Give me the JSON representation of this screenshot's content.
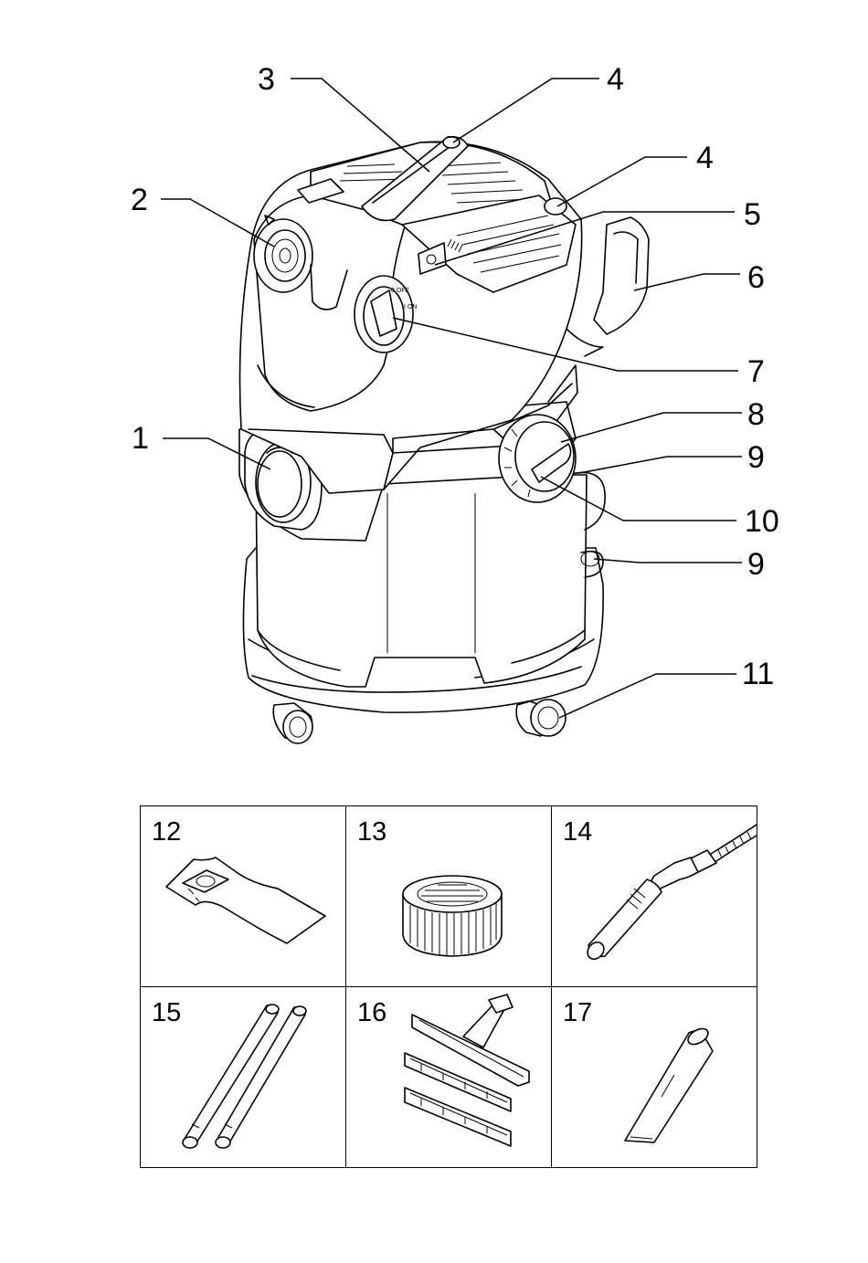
{
  "callouts": [
    {
      "id": "c3",
      "label": "3"
    },
    {
      "id": "c4a",
      "label": "4"
    },
    {
      "id": "c4b",
      "label": "4"
    },
    {
      "id": "c2",
      "label": "2"
    },
    {
      "id": "c5",
      "label": "5"
    },
    {
      "id": "c6",
      "label": "6"
    },
    {
      "id": "c7",
      "label": "7"
    },
    {
      "id": "c8",
      "label": "8"
    },
    {
      "id": "c1",
      "label": "1"
    },
    {
      "id": "c9a",
      "label": "9"
    },
    {
      "id": "c10",
      "label": "10"
    },
    {
      "id": "c9b",
      "label": "9"
    },
    {
      "id": "c11",
      "label": "11"
    }
  ],
  "accessories": [
    {
      "label": "12",
      "icon": "filter-bag-icon"
    },
    {
      "label": "13",
      "icon": "cartridge-filter-icon"
    },
    {
      "label": "14",
      "icon": "suction-hose-handle-icon"
    },
    {
      "label": "15",
      "icon": "suction-tubes-icon"
    },
    {
      "label": "16",
      "icon": "floor-nozzle-icon"
    },
    {
      "label": "17",
      "icon": "crevice-nozzle-icon"
    }
  ],
  "switch_marks": {
    "off": "0 OFF",
    "on": "I ON"
  }
}
